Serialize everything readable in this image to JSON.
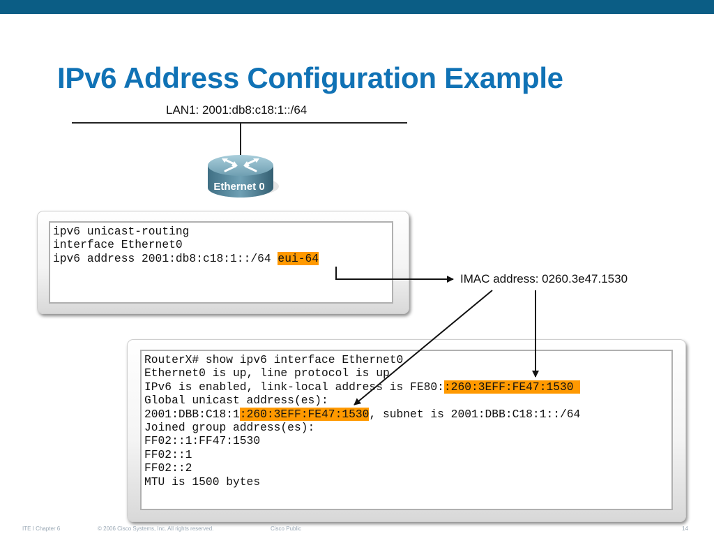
{
  "slide": {
    "title": "IPv6 Address Configuration Example",
    "colors": {
      "top_bar": "#0b5d85",
      "title": "#1072b5",
      "highlight": "#ff9900"
    }
  },
  "diagram": {
    "lan_label": "LAN1: 2001:db8:c18:1::/64",
    "router_label": "Ethernet 0",
    "mac_label": "IMAC address: 0260.3e47.1530"
  },
  "config": {
    "line1": "ipv6 unicast-routing",
    "line2": "interface Ethernet0",
    "line3_prefix": "ipv6 address 2001:db8:c18:1::/64 ",
    "line3_highlight": "eui-64"
  },
  "show_output": {
    "line1": "RouterX# show ipv6 interface Ethernet0",
    "line2": "Ethernet0 is up, line protocol is up",
    "line3_prefix": "IPv6 is enabled, link-local address is FE80:",
    "line3_highlight": ":260:3EFF:FE47:1530 ",
    "line4": "Global unicast address(es):",
    "line5_prefix": "2001:DBB:C18:1",
    "line5_highlight": ":260:3EFF:FE47:1530",
    "line5_suffix": ", subnet is 2001:DBB:C18:1::/64",
    "line6": "Joined group address(es):",
    "line7": "FF02::1:FF47:1530",
    "line8": "FF02::1",
    "line9": "FF02::2",
    "line10": "MTU is 1500 bytes"
  },
  "footer": {
    "left": "ITE I Chapter 6",
    "copyright": "© 2006 Cisco Systems, Inc. All rights reserved.",
    "classification": "Cisco Public",
    "page": "14"
  }
}
